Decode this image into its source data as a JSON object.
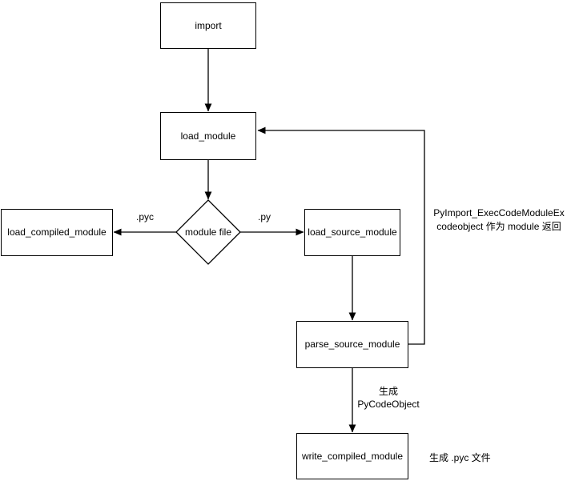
{
  "diagram": {
    "background_color": "#ffffff",
    "stroke_color": "#000000",
    "node_fill_color": "#ffffff",
    "text_color": "#000000",
    "nodes": {
      "import_stmt": "import",
      "load_module": "load_module",
      "module_file": "module file",
      "load_compiled_module": "load_compiled_module",
      "load_source_module": "load_source_module",
      "parse_source_module": "parse_source_module",
      "write_compiled_module": "write_compiled_module"
    },
    "edge_labels": {
      "pyc_branch": ".pyc",
      "py_branch": ".py",
      "generate": {
        "line1": "生成",
        "line2": "PyCodeObject"
      }
    },
    "annotations": {
      "exec_code_module": {
        "line1": "PyImport_ExecCodeModuleEx",
        "line2": "codeobject 作为 module 返回"
      },
      "write_pyc_file": "生成 .pyc 文件"
    }
  }
}
